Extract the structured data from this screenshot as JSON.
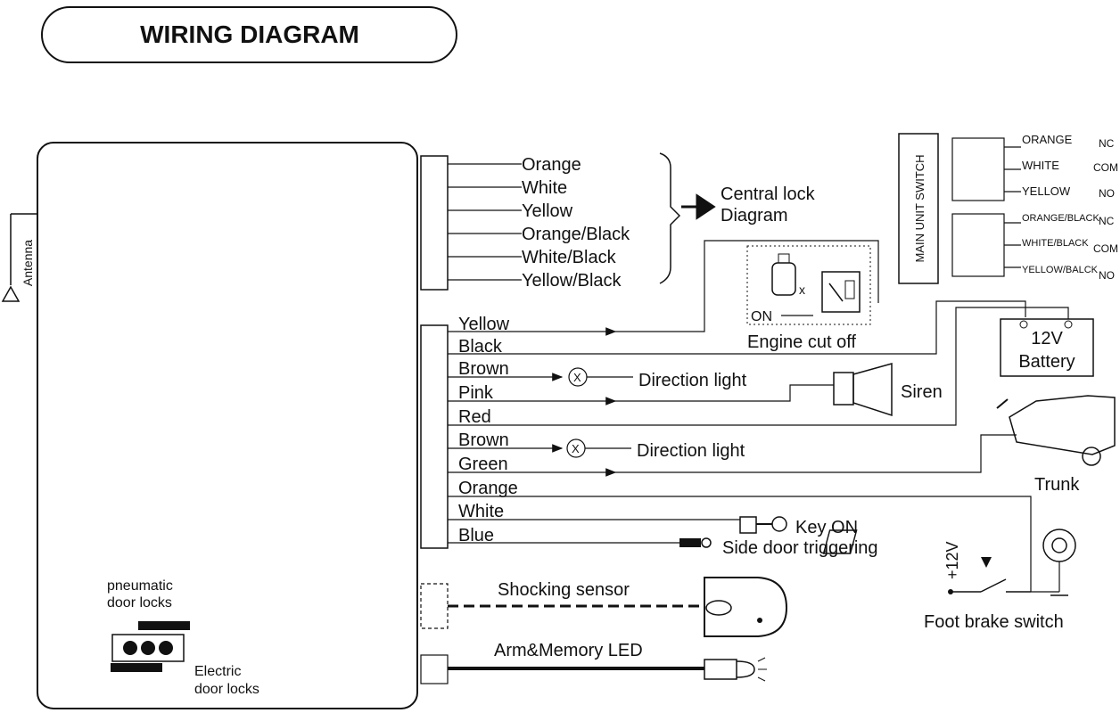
{
  "title": "WIRING DIAGRAM",
  "antenna_label": "Antenna",
  "central_lock": {
    "wires": [
      "Orange",
      "White",
      "Yellow",
      "Orange/Black",
      "White/Black",
      "Yellow/Black"
    ],
    "label_line1": "Central lock",
    "label_line2": "Diagram"
  },
  "main_wires": [
    "Yellow",
    "Black",
    "Brown",
    "Pink",
    "Red",
    "Brown",
    "Green",
    "Orange",
    "White",
    "Blue"
  ],
  "devices": {
    "engine_cut_off": "Engine cut off",
    "on_label": "ON",
    "battery_line1": "12V",
    "battery_line2": "Battery",
    "direction_light_1": "Direction light",
    "direction_light_2": "Direction light",
    "siren": "Siren",
    "trunk": "Trunk",
    "key_on": "Key ON",
    "side_door": "Side door triggering",
    "plus12v": "+12V",
    "foot_brake": "Foot brake switch",
    "shock_sensor": "Shocking sensor",
    "led": "Arm&Memory LED"
  },
  "main_unit_switch": {
    "label": "MAIN UNIT SWITCH",
    "relay1": [
      {
        "wire": "ORANGE",
        "contact": "NC"
      },
      {
        "wire": "WHITE",
        "contact": "COM"
      },
      {
        "wire": "YELLOW",
        "contact": "NO"
      }
    ],
    "relay2": [
      {
        "wire": "ORANGE/BLACK",
        "contact": "NC"
      },
      {
        "wire": "WHITE/BLACK",
        "contact": "COM"
      },
      {
        "wire": "YELLOW/BALCK",
        "contact": "NO"
      }
    ]
  },
  "door_locks": {
    "pneumatic_line1": "pneumatic",
    "pneumatic_line2": "door locks",
    "electric_line1": "Electric",
    "electric_line2": "door locks"
  }
}
